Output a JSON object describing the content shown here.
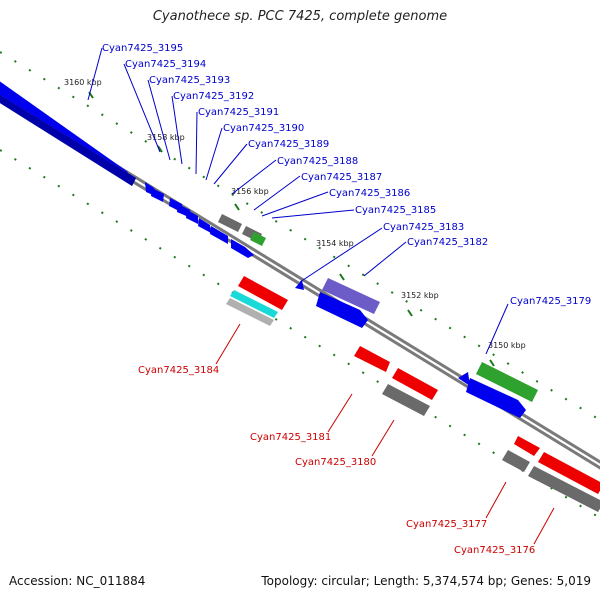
{
  "title": "Cyanothece sp. PCC 7425, complete genome",
  "footer": {
    "accession": "Accession: NC_011884",
    "meta": "Topology: circular; Length: 5,374,574 bp; Genes: 5,019"
  },
  "colors": {
    "forward_gene": "#0000ee",
    "reverse_gene": "#ee0000",
    "other_gene": "#6a6a6a",
    "rna_green": "#2ea12e",
    "rna_cyan": "#19d9d9",
    "rna_purple": "#6b5cc8",
    "tick_green": "#1a7a1a",
    "backbone": "#7a7a7a"
  },
  "ticks": [
    {
      "label": "3160 kbp"
    },
    {
      "label": "3158 kbp"
    },
    {
      "label": "3156 kbp"
    },
    {
      "label": "3154 kbp"
    },
    {
      "label": "3152 kbp"
    },
    {
      "label": "3150 kbp"
    }
  ],
  "forward_labels": [
    {
      "label": "Cyan7425_3195"
    },
    {
      "label": "Cyan7425_3194"
    },
    {
      "label": "Cyan7425_3193"
    },
    {
      "label": "Cyan7425_3192"
    },
    {
      "label": "Cyan7425_3191"
    },
    {
      "label": "Cyan7425_3190"
    },
    {
      "label": "Cyan7425_3189"
    },
    {
      "label": "Cyan7425_3188"
    },
    {
      "label": "Cyan7425_3187"
    },
    {
      "label": "Cyan7425_3186"
    },
    {
      "label": "Cyan7425_3185"
    },
    {
      "label": "Cyan7425_3183"
    },
    {
      "label": "Cyan7425_3182"
    },
    {
      "label": "Cyan7425_3179"
    }
  ],
  "reverse_labels": [
    {
      "label": "Cyan7425_3184"
    },
    {
      "label": "Cyan7425_3181"
    },
    {
      "label": "Cyan7425_3180"
    },
    {
      "label": "Cyan7425_3177"
    },
    {
      "label": "Cyan7425_3176"
    }
  ]
}
